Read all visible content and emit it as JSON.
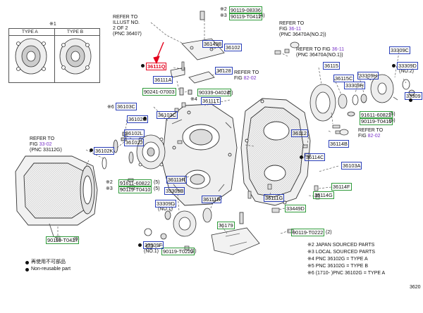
{
  "inset": {
    "marker": "※1",
    "type_a": "TYPE A",
    "type_b": "TYPE B"
  },
  "refer": {
    "illust_1": "REFER TO",
    "illust_2": "ILLUST NO.",
    "illust_3": "2 OF 2",
    "illust_4": "(PNC 36407)",
    "fig36_11_a": "REFER TO",
    "fig36_11_b_prefix": "FIG ",
    "fig36_11_b_link": "36-11",
    "fig36_11_c": "(PNC 36470A(NO.2))",
    "fig36_11_d_prefix": "REFER TO FIG ",
    "fig36_11_d_link": "36-11",
    "fig36_11_e": "(PNC 36470A(NO.1))",
    "fig82_a": "REFER TO",
    "fig82_b_prefix": "FIG ",
    "fig82_b_link": "82-02",
    "fig82_c": "REFER TO",
    "fig82_d_prefix": "FIG ",
    "fig82_d_link": "82-02",
    "fig33_a": "REFER TO",
    "fig33_b_prefix": "FIG ",
    "fig33_b_link": "33-02",
    "fig33_c": "(PNC 33112G)"
  },
  "marks": {
    "m2": "※2",
    "m3": "※3",
    "m4": "※4",
    "m5": "(5)",
    "m4b": "(4)",
    "m6": "※6",
    "m2b": "※2",
    "m3b": "※3",
    "m5b": "(5)",
    "m5c": "(5)",
    "no1": "(NO.1)",
    "no2": "(NO.2)",
    "no1b": "(NO.1)",
    "m2c": "(2)",
    "m8": "(8)",
    "m2d": "(2)"
  },
  "parts": {
    "p90119_08336": "90119-08336",
    "p90119_t0412": "90119-T0412",
    "p36149b": "36149B",
    "p36102": "36102",
    "p36111q": "36111Q",
    "p36128": "36128",
    "p36111a": "36111A",
    "p90241_07003": "90241-07003",
    "p90339_04024": "90339-04024",
    "p36111t": "36111T",
    "p36103c_a": "36103C",
    "p36103c_b": "36103C",
    "p36102g": "36102G",
    "p36102l": "36102L",
    "p36102j": "36102J",
    "p36102k": "36102K",
    "p91611_60822_a": "91611-60822",
    "p90119_t0410_a": "90119-T0410",
    "p36111r": "36111R",
    "p33309b": "33309B",
    "p33309d_a": "33309D",
    "p36111b": "36111B",
    "p36179": "36179",
    "p90119_t0222_a": "90119-T0222",
    "p33309f": "33309F",
    "p90119_t0427": "90119-T0427",
    "p36115": "36115",
    "p36115c": "36115C",
    "p33309h_a": "33309H",
    "p33309h_b": "33309H",
    "p33309c": "33309C",
    "p33309d_b": "33309D",
    "p33309_cut": "33309",
    "p91611_60822_b": "91611-60822",
    "p90119_t0410_b": "90119-T0410",
    "p36112": "36112",
    "p36114b": "36114B",
    "p36114c": "36114C",
    "p36103a": "36103A",
    "p36114f": "36114F",
    "p36114g": "36114G",
    "p36111g": "36111G",
    "p33449d": "33449D",
    "p90119_t0222_b": "90119-T0222"
  },
  "legend": {
    "l1": "再使用不可部品",
    "l2": "Non-reusable part",
    "n1": "※2  JAPAN SOURCED PARTS",
    "n2": "※3  LOCAL SOURCED PARTS",
    "n3": "※4  PNC 36102G = TYPE A",
    "n4": "※5  PNC 36102G = TYPE B",
    "n5": "※6  (1710-      )PNC 36102G = TYPE A"
  },
  "footer": {
    "code": "3620"
  },
  "colors": {
    "blue_box": "#2a3fb8",
    "green_box": "#2f9a3a",
    "highlight": "#e3001b",
    "link": "#7a33c9"
  }
}
